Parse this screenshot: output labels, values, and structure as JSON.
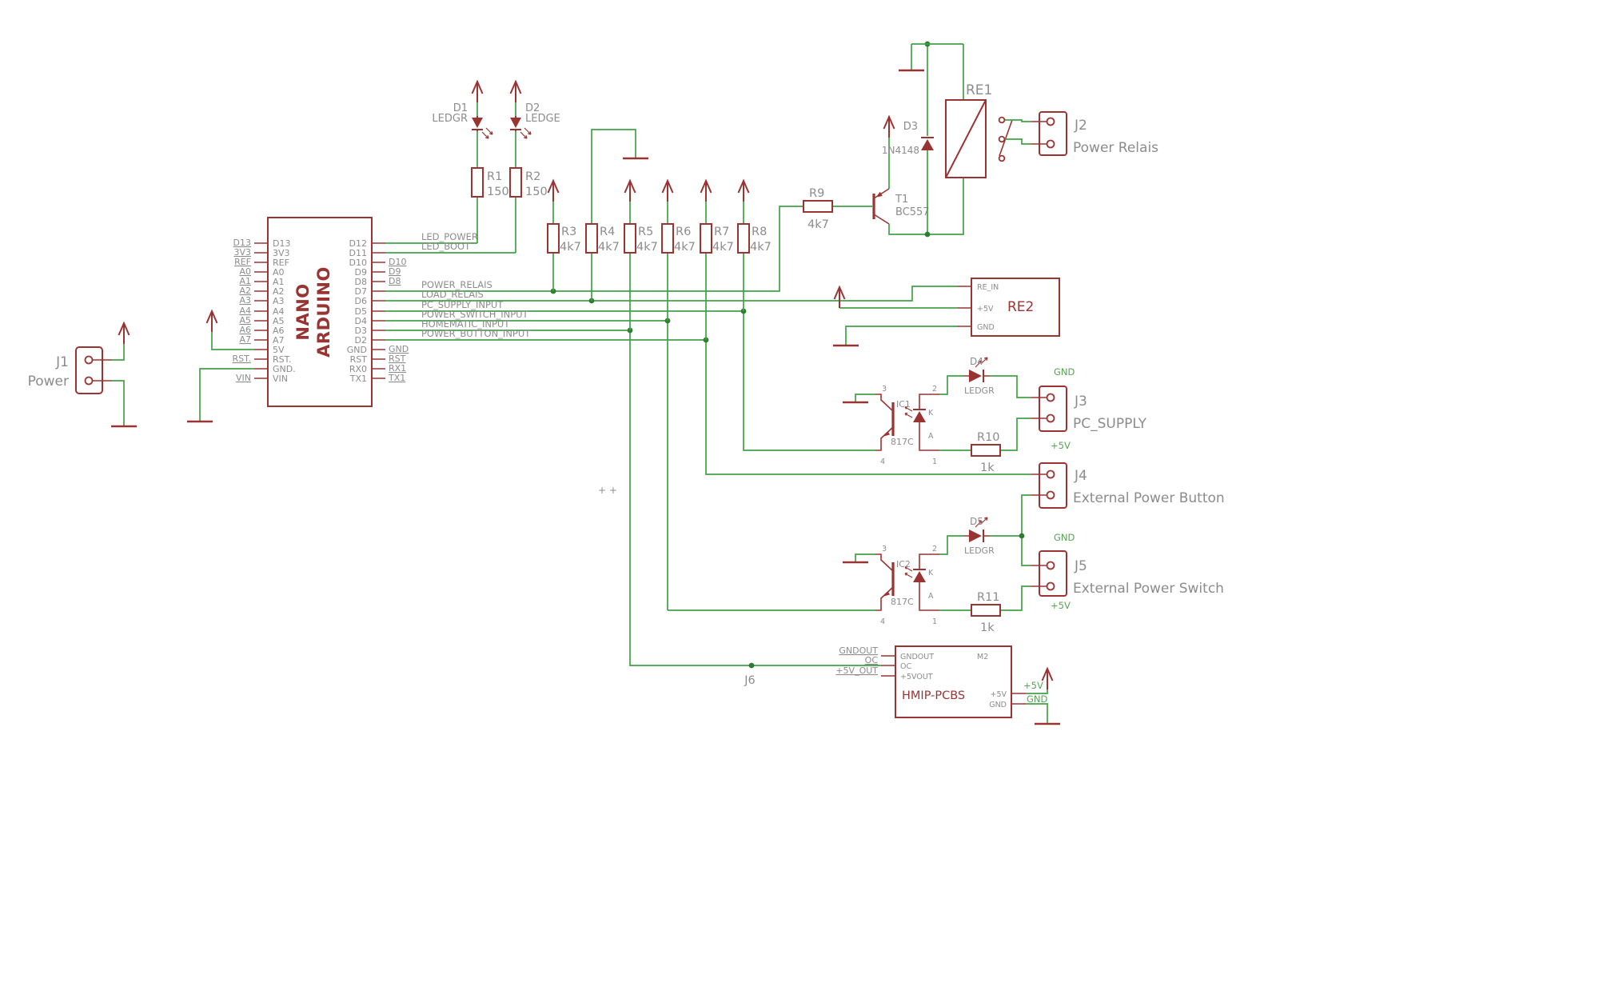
{
  "colors": {
    "component": "#9a3433",
    "wire": "#43a047",
    "text_gray": "#8c8c8c",
    "net_green": "#55a555",
    "junction": "#2f7d32"
  },
  "arduino": {
    "name_top": "NANO",
    "name_bottom": "ARDUINO",
    "pins_left": [
      "D13",
      "3V3",
      "REF",
      "A0",
      "A1",
      "A2",
      "A3",
      "A4",
      "A5",
      "A6",
      "A7",
      "5V",
      "RST.",
      "GND.",
      "VIN"
    ],
    "pins_right": [
      "D12",
      "D11",
      "D10",
      "D9",
      "D8",
      "D7",
      "D6",
      "D5",
      "D4",
      "D3",
      "D2",
      "GND",
      "RST",
      "RX0",
      "TX1"
    ],
    "labels_left": [
      "D13",
      "3V3",
      "REF",
      "A0",
      "A1",
      "A2",
      "A3",
      "A4",
      "A5",
      "A6",
      "A7",
      "",
      "RST.",
      "",
      "VIN"
    ],
    "labels_right": [
      "",
      "",
      "D10",
      "D9",
      "D8",
      "",
      "",
      "",
      "",
      "",
      "",
      "GND",
      "RST",
      "RX1",
      "TX1"
    ]
  },
  "signals": {
    "led_power": "LED_POWER",
    "led_boot": "LED_BOOT",
    "power_relais": "POWER_RELAIS",
    "load_relais": "LOAD_RELAIS",
    "pc_supply_input": "PC_SUPPLY_INPUT",
    "power_switch_input": "POWER_SWITCH_INPUT",
    "homematic_input": "HOMEMATIC_INPUT",
    "power_button_input": "POWER_BUTTON_INPUT"
  },
  "parts": {
    "j1": {
      "ref": "J1",
      "value": "Power"
    },
    "d1": {
      "ref": "D1",
      "value": "LEDGR"
    },
    "d2": {
      "ref": "D2",
      "value": "LEDGE"
    },
    "r1": {
      "ref": "R1",
      "value": "150"
    },
    "r2": {
      "ref": "R2",
      "value": "150"
    },
    "r3": {
      "ref": "R3",
      "value": "4k7"
    },
    "r4": {
      "ref": "R4",
      "value": "4k7"
    },
    "r5": {
      "ref": "R5",
      "value": "4k7"
    },
    "r6": {
      "ref": "R6",
      "value": "4k7"
    },
    "r7": {
      "ref": "R7",
      "value": "4k7"
    },
    "r8": {
      "ref": "R8",
      "value": "4k7"
    },
    "r9": {
      "ref": "R9",
      "value": "4k7"
    },
    "r10": {
      "ref": "R10",
      "value": "1k"
    },
    "r11": {
      "ref": "R11",
      "value": "1k"
    },
    "d3": {
      "ref": "D3",
      "value": "1N4148"
    },
    "d4": {
      "ref": "D4",
      "value": "LEDGR"
    },
    "d5": {
      "ref": "D5",
      "value": "LEDGR"
    },
    "t1": {
      "ref": "T1",
      "value": "BC557"
    },
    "re1": {
      "ref": "RE1"
    },
    "re2": {
      "ref": "RE2",
      "pin_re_in": "RE_IN",
      "pin_5v": "+5V",
      "pin_gnd": "GND"
    },
    "j2": {
      "ref": "J2",
      "value": "Power Relais"
    },
    "j3": {
      "ref": "J3",
      "value": "PC_SUPPLY"
    },
    "j4": {
      "ref": "J4",
      "value": "External Power Button"
    },
    "j5": {
      "ref": "J5",
      "value": "External Power Switch"
    },
    "j6": {
      "ref": "J6"
    },
    "ic1": {
      "ref": "IC1",
      "value": "817C",
      "p1": "1",
      "p2": "2",
      "p3": "3",
      "p4": "4",
      "anode": "A",
      "cathode": "K"
    },
    "ic2": {
      "ref": "IC2",
      "value": "817C",
      "p1": "1",
      "p2": "2",
      "p3": "3",
      "p4": "4",
      "anode": "A",
      "cathode": "K"
    },
    "hmip": {
      "name": "HMIP-PCBS",
      "pin_gndout": "GNDOUT",
      "pin_oc": "OC",
      "pin_5vout": "+5VOUT",
      "pin_m2": "M2",
      "pin_5v": "+5V",
      "pin_gnd": "GND",
      "label_gndout": "GNDOUT",
      "label_oc": "OC",
      "label_5v_out": "+5V_OUT"
    }
  },
  "net_labels": {
    "gnd": "GND",
    "p5v": "+5V"
  },
  "misc": {
    "plus_marks": "+ +"
  }
}
